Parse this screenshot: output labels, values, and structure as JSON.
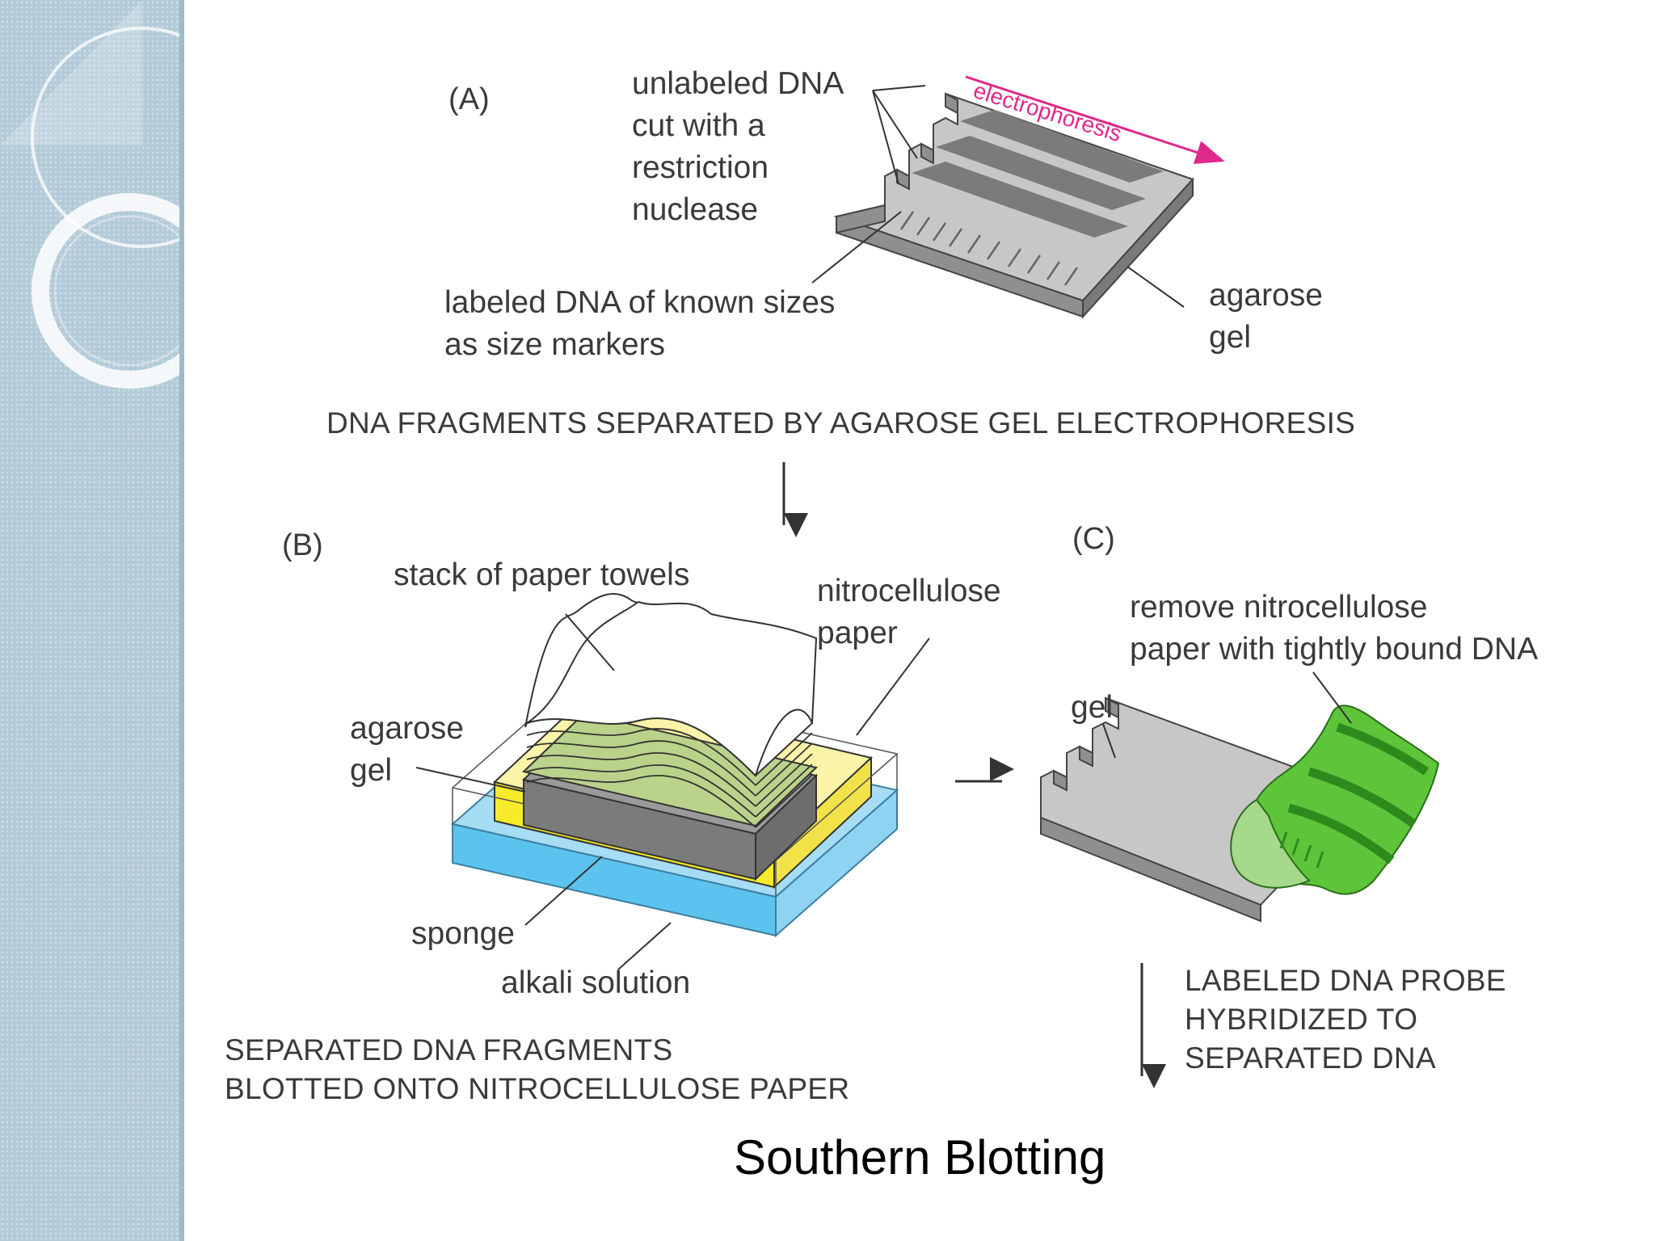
{
  "panel_a": {
    "label": "(A)",
    "unlabeled_dna": "unlabeled DNA\ncut with a\nrestriction\nnuclease",
    "electrophoresis": "electrophoresis",
    "size_markers": "labeled DNA of known sizes\nas size markers",
    "agarose_gel": "agarose\ngel",
    "caption": "DNA FRAGMENTS SEPARATED BY AGAROSE GEL ELECTROPHORESIS"
  },
  "panel_b": {
    "label": "(B)",
    "paper_towels": "stack of paper towels",
    "nitrocellulose": "nitrocellulose\npaper",
    "agarose_gel": "agarose\ngel",
    "sponge": "sponge",
    "alkali": "alkali solution",
    "caption": "SEPARATED DNA FRAGMENTS\nBLOTTED ONTO NITROCELLULOSE PAPER"
  },
  "panel_c": {
    "label": "(C)",
    "remove": "remove nitrocellulose\npaper with tightly bound DNA",
    "gel": "gel",
    "caption": "LABELED DNA PROBE\nHYBRIDIZED TO\nSEPARATED DNA"
  },
  "slide_title": "Southern Blotting",
  "colors": {
    "sidebar": "#b3cad8",
    "gel_gray": "#b8b8b8",
    "nitrocellulose_green": "#5ec43a",
    "sponge_yellow": "#f6ea2a",
    "alkali_blue": "#5cc3ee",
    "electrophoresis_pink": "#e0288a"
  }
}
